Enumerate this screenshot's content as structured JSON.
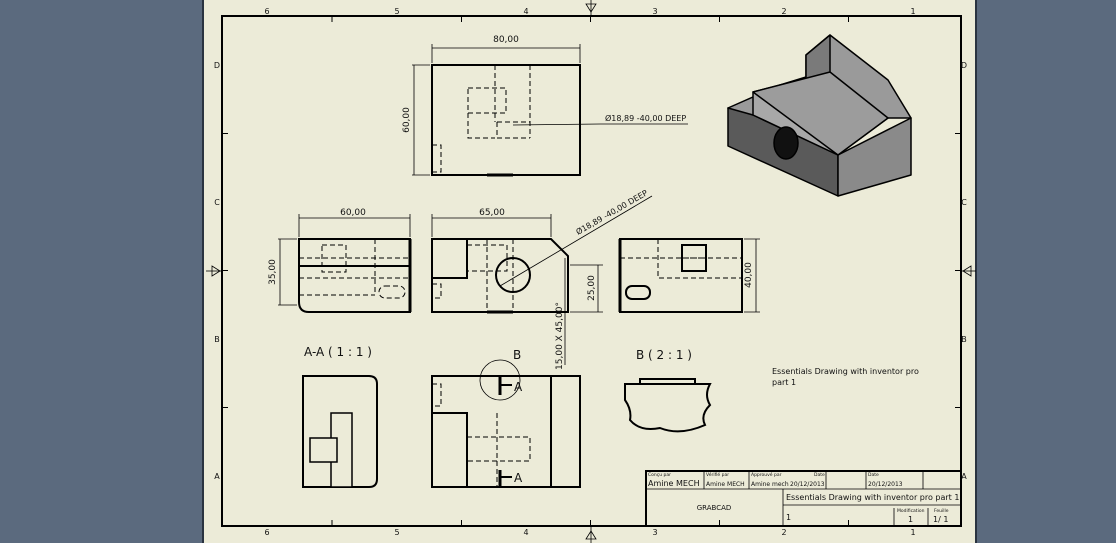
{
  "colors": {
    "background": "#5b6a7e",
    "sheet": "#ecebd8",
    "line": "#000000",
    "iso_top": "#9a9a9a",
    "iso_front": "#5a5a5a",
    "iso_side": "#7a7a7a"
  },
  "border": {
    "columns": [
      "6",
      "5",
      "4",
      "3",
      "2",
      "1"
    ],
    "rows": [
      "D",
      "C",
      "B",
      "A"
    ]
  },
  "dimensions": {
    "top_width": "80,00",
    "top_height": "60,00",
    "hole_note_top": "Ø18,89 -40,00 DEEP",
    "side_width": "60,00",
    "side_height": "35,00",
    "front_width": "65,00",
    "hole_note_front": "Ø18,89 -40,00 DEEP",
    "front_height_right": "25,00",
    "chamfer": "15,00 X 45,00°",
    "right_height": "40,00"
  },
  "views": {
    "section_label": "A-A ( 1 : 1 )",
    "detail_label": "B ( 2 : 1 )",
    "detail_marker": "B",
    "cut_marker_top": "A",
    "cut_marker_bottom": "A"
  },
  "note": {
    "line1": "Essentials Drawing with inventor pro",
    "line2": "part 1"
  },
  "title_block": {
    "designed_by_label": "Conçu par",
    "designed_by": "Amine MECH",
    "checked_by_label": "Vérifié par",
    "checked_by": "Amine MECH",
    "approved_by_label": "Approuvé par",
    "approved_by": "Amine mech",
    "date_label_1": "Date",
    "date_1": "20/12/2013",
    "date_label_2": "Date",
    "date_2": "20/12/2013",
    "company": "GRABCAD",
    "title": "Essentials Drawing with inventor pro part 1",
    "number": "1",
    "revision_label": "Modification",
    "revision": "1",
    "sheet_label": "Feuille",
    "sheet": "1/ 1"
  }
}
